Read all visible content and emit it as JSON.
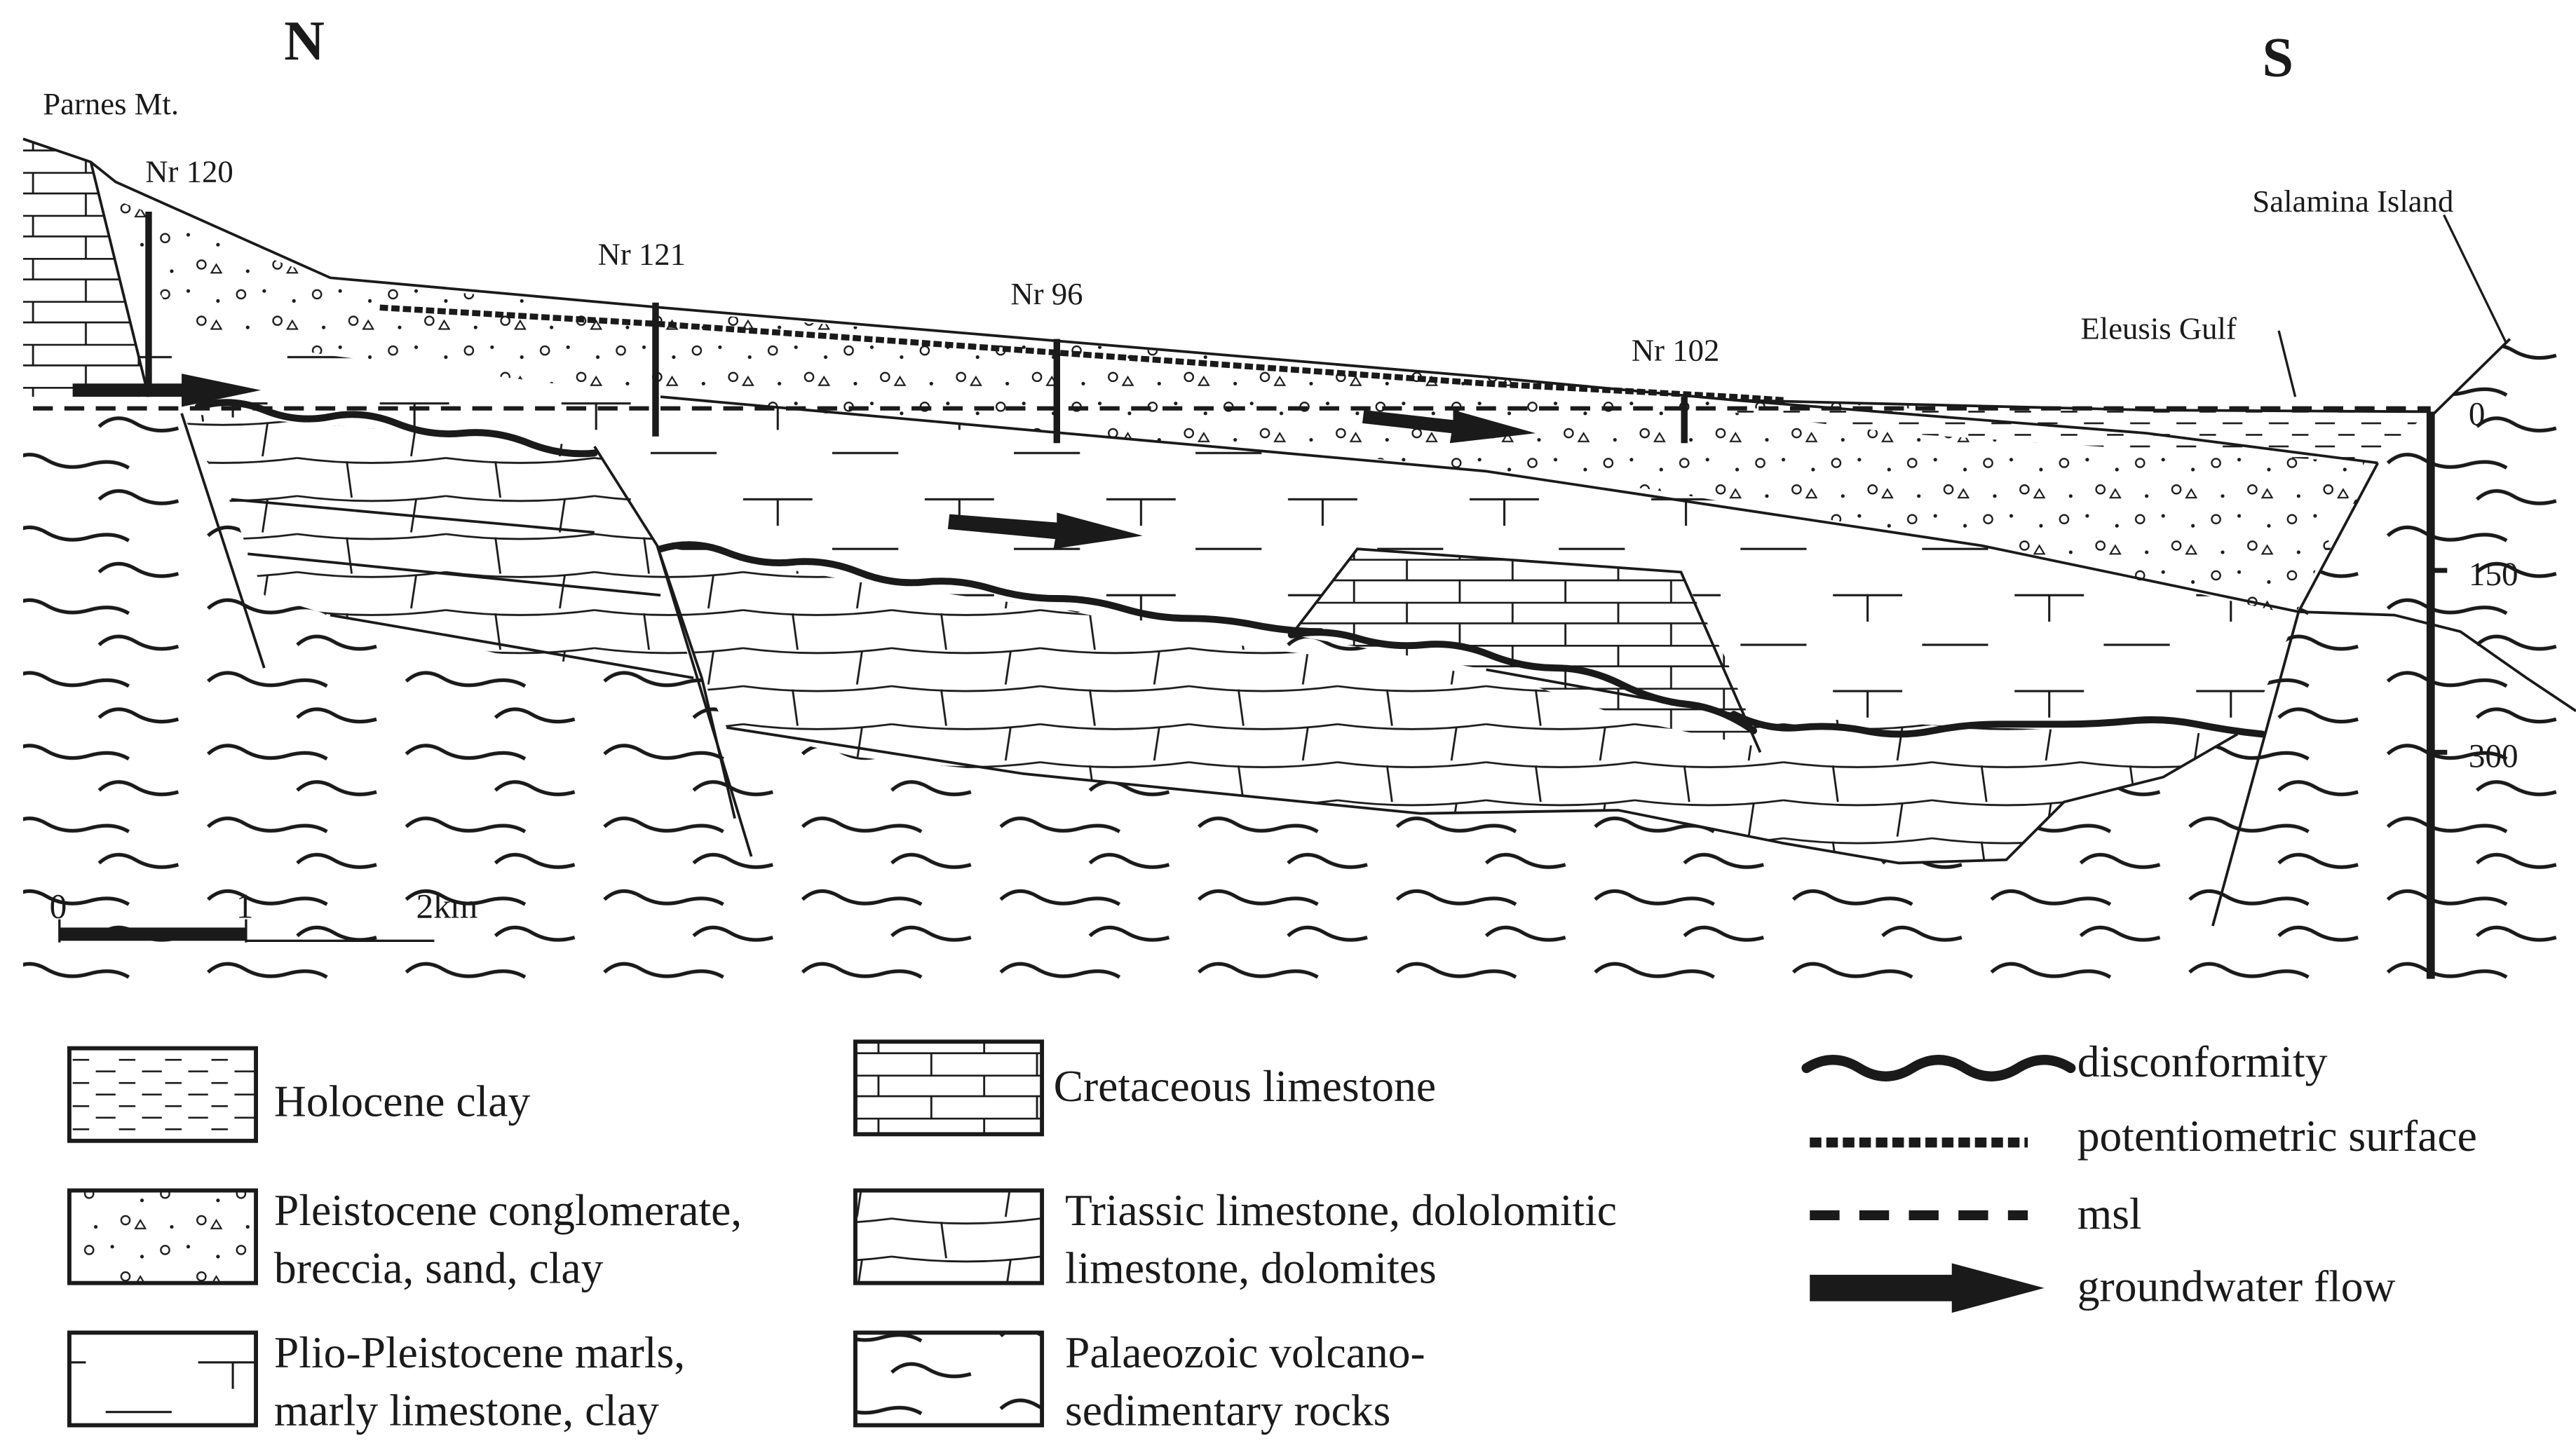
{
  "directions": {
    "north": "N",
    "south": "S"
  },
  "places": {
    "mountain": "Parnes Mt.",
    "island": "Salamina Island",
    "gulf": "Eleusis Gulf"
  },
  "wells": [
    {
      "id": "nr120",
      "label": "Nr 120"
    },
    {
      "id": "nr121",
      "label": "Nr 121"
    },
    {
      "id": "nr96",
      "label": "Nr 96"
    },
    {
      "id": "nr102",
      "label": "Nr 102"
    }
  ],
  "depth_axis": {
    "ticks": [
      "0",
      "150",
      "300"
    ]
  },
  "scale_bar": {
    "ticks": [
      "0",
      "1",
      "2km"
    ]
  },
  "legend_units": [
    {
      "id": "holocene",
      "line1": "Holocene clay",
      "line2": ""
    },
    {
      "id": "pleistocene",
      "line1": "Pleistocene conglomerate,",
      "line2": "breccia, sand, clay"
    },
    {
      "id": "plio",
      "line1": "Plio-Pleistocene marls,",
      "line2": "marly limestone, clay"
    },
    {
      "id": "cretaceous",
      "line1": "Cretaceous limestone",
      "line2": ""
    },
    {
      "id": "triassic",
      "line1": "Triassic limestone, dololomitic",
      "line2": "limestone, dolomites"
    },
    {
      "id": "palaeozoic",
      "line1": "Palaeozoic volcano-",
      "line2": "sedimentary rocks"
    }
  ],
  "legend_lines": [
    {
      "id": "disconformity",
      "label": "disconformity"
    },
    {
      "id": "potentiometric",
      "label": "potentiometric surface"
    },
    {
      "id": "msl",
      "label": "msl"
    },
    {
      "id": "flow",
      "label": "groundwater flow"
    }
  ],
  "colors": {
    "ink": "#1a1a1a",
    "background": "#ffffff"
  }
}
